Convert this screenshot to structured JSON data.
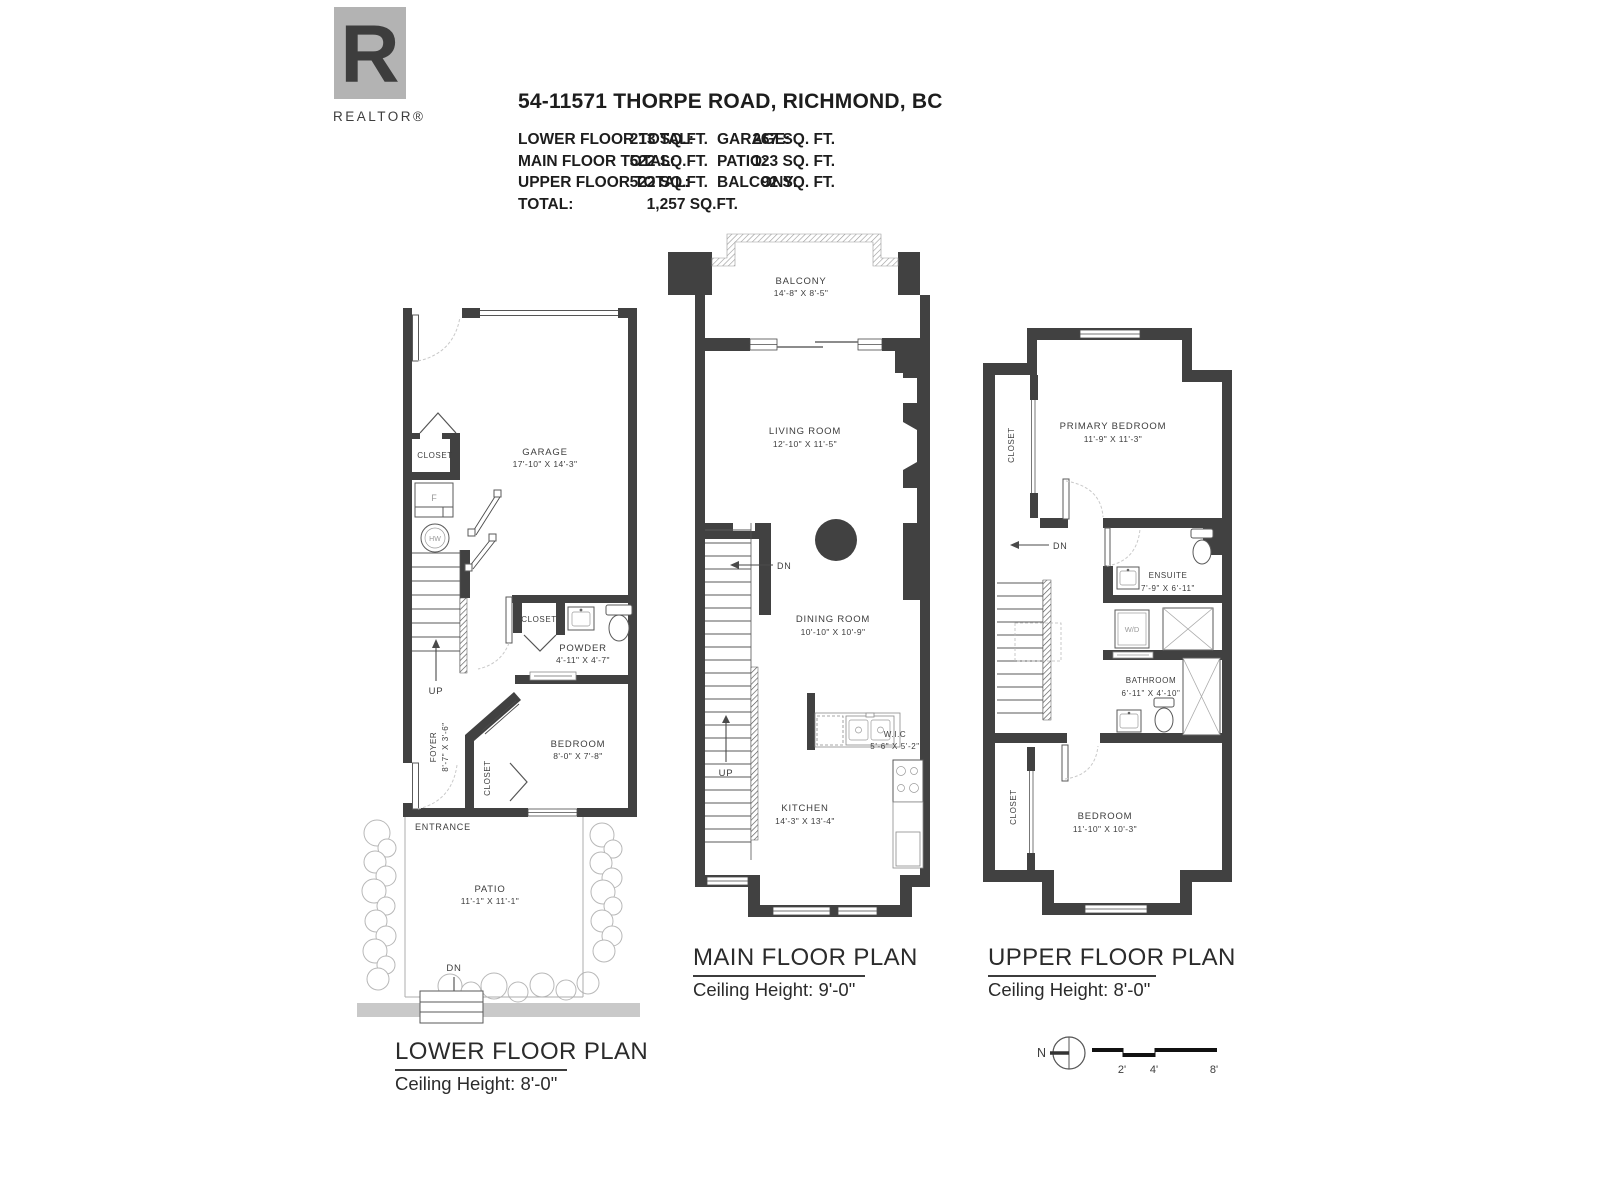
{
  "header": {
    "brand": "REALTOR®",
    "brand_letter": "R",
    "title": "54-11571 THORPE ROAD, RICHMOND, BC",
    "stats": [
      {
        "l1": "LOWER FLOOR TOTAL:",
        "v1": "213 SQ.FT.",
        "l2": "GARAGE:",
        "v2": "267 SQ. FT."
      },
      {
        "l1": "MAIN FLOOR TOTAL:",
        "v1": "522 SQ.FT.",
        "l2": "PATIO:",
        "v2": "123 SQ. FT."
      },
      {
        "l1": "UPPER FLOOR TOTAL:",
        "v1": "522 SQ.FT.",
        "l2": "BALCONY:",
        "v2": "92 SQ. FT."
      }
    ],
    "total_label": "TOTAL:",
    "total_value": "1,257 SQ.FT."
  },
  "lower": {
    "title": "LOWER FLOOR PLAN",
    "ceiling": "Ceiling Height: 8'-0\"",
    "garage_name": "GARAGE",
    "garage_dims": "17'-10\" X 14'-3\"",
    "closet_top": "CLOSET",
    "furnace": "F",
    "hot_water": "HW",
    "up": "UP",
    "foyer_name": "FOYER",
    "foyer_dims": "8'-7\" X 3'-6\"",
    "closet_powder": "CLOSET",
    "powder_name": "POWDER",
    "powder_dims": "4'-11\" X 4'-7\"",
    "closet_bedroom": "CLOSET",
    "bedroom_name": "BEDROOM",
    "bedroom_dims": "8'-0\" X 7'-8\"",
    "entrance": "ENTRANCE",
    "patio_name": "PATIO",
    "patio_dims": "11'-1\" X 11'-1\"",
    "dn": "DN"
  },
  "main": {
    "title": "MAIN FLOOR PLAN",
    "ceiling": "Ceiling Height: 9'-0\"",
    "balcony_name": "BALCONY",
    "balcony_dims": "14'-8\" X 8'-5\"",
    "living_name": "LIVING ROOM",
    "living_dims": "12'-10\" X 11'-5\"",
    "dn": "DN",
    "up": "UP",
    "dining_name": "DINING ROOM",
    "dining_dims": "10'-10\" X 10'-9\"",
    "wic_name": "W.I.C",
    "wic_dims": "5'-6\" X 5'-2\"",
    "kitchen_name": "KITCHEN",
    "kitchen_dims": "14'-3\" X 13'-4\""
  },
  "upper": {
    "title": "UPPER FLOOR PLAN",
    "ceiling": "Ceiling Height: 8'-0\"",
    "closet_primary": "CLOSET",
    "primary_name": "PRIMARY BEDROOM",
    "primary_dims": "11'-9\" X 11'-3\"",
    "dn": "DN",
    "ensuite_name": "ENSUITE",
    "ensuite_dims": "7'-9\" X 6'-11\"",
    "wd": "W/D",
    "bathroom_name": "BATHROOM",
    "bathroom_dims": "6'-11\" X 4'-10\"",
    "closet_bedroom": "CLOSET",
    "bedroom_name": "BEDROOM",
    "bedroom_dims": "11'-10\" X 10'-3\""
  },
  "legend": {
    "north": "N",
    "t2": "2'",
    "t4": "4'",
    "t8": "8'"
  },
  "colors": {
    "wall": "#414141",
    "label_text": "#3d3d3d",
    "logo_gray": "#b3b3b3",
    "sidewalk_gray": "#c9c9c9"
  }
}
